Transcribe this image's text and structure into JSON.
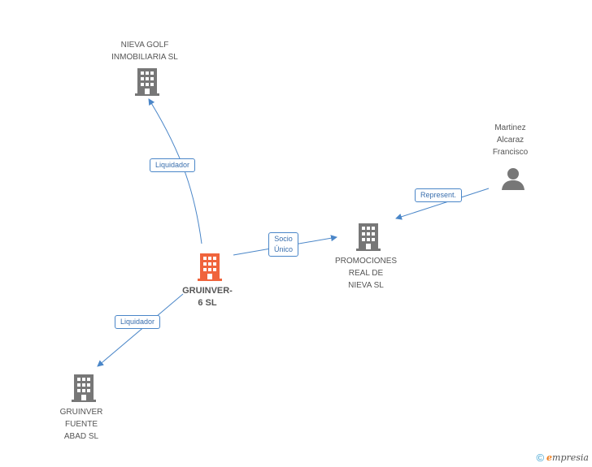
{
  "nodes": {
    "nieva_golf": {
      "label": "NIEVA GOLF\nINMOBILIARIA SL",
      "icon": "building-icon",
      "color": "#777777"
    },
    "gruinver6": {
      "label": "GRUINVER-\n6 SL",
      "icon": "building-icon",
      "color": "#f0643c"
    },
    "promociones": {
      "label": "PROMOCIONES\nREAL DE\nNIEVA SL",
      "icon": "building-icon",
      "color": "#777777"
    },
    "martinez": {
      "label": "Martinez\nAlcaraz\nFrancisco",
      "icon": "person-icon",
      "color": "#777777"
    },
    "gruinver_fuente": {
      "label": "GRUINVER\nFUENTE\nABAD SL",
      "icon": "building-icon",
      "color": "#777777"
    }
  },
  "edges": {
    "liquidador_top": "Liquidador",
    "socio_unico": "Socio\nÚnico",
    "represent": "Represent.",
    "liquidador_bottom": "Liquidador"
  },
  "edge_color": "#4a86c8",
  "footer": {
    "copyright": "©",
    "brand_e": "e",
    "brand_rest": "mpresia"
  }
}
